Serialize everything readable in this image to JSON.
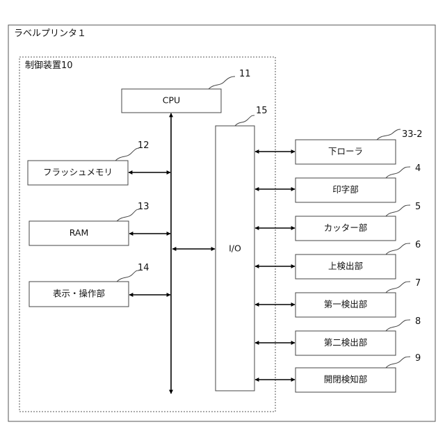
{
  "outer_title": "ラベルプリンタ１",
  "controller_title": "制御装置10",
  "blocks": {
    "cpu": {
      "label": "CPU",
      "ref": "11"
    },
    "io": {
      "label": "I/O",
      "ref": "15"
    },
    "flash": {
      "label": "フラッシュメモリ",
      "ref": "12"
    },
    "ram": {
      "label": "RAM",
      "ref": "13"
    },
    "panel": {
      "label": "表示・操作部",
      "ref": "14"
    }
  },
  "peripherals": [
    {
      "label": "下ローラ",
      "ref": "33-2"
    },
    {
      "label": "印字部",
      "ref": "4"
    },
    {
      "label": "カッター部",
      "ref": "5"
    },
    {
      "label": "上検出部",
      "ref": "6"
    },
    {
      "label": "第一検出部",
      "ref": "7"
    },
    {
      "label": "第二検出部",
      "ref": "8"
    },
    {
      "label": "開閉検知部",
      "ref": "9"
    }
  ],
  "colors": {
    "line": "#000000",
    "border": "#444444",
    "background": "#ffffff"
  }
}
